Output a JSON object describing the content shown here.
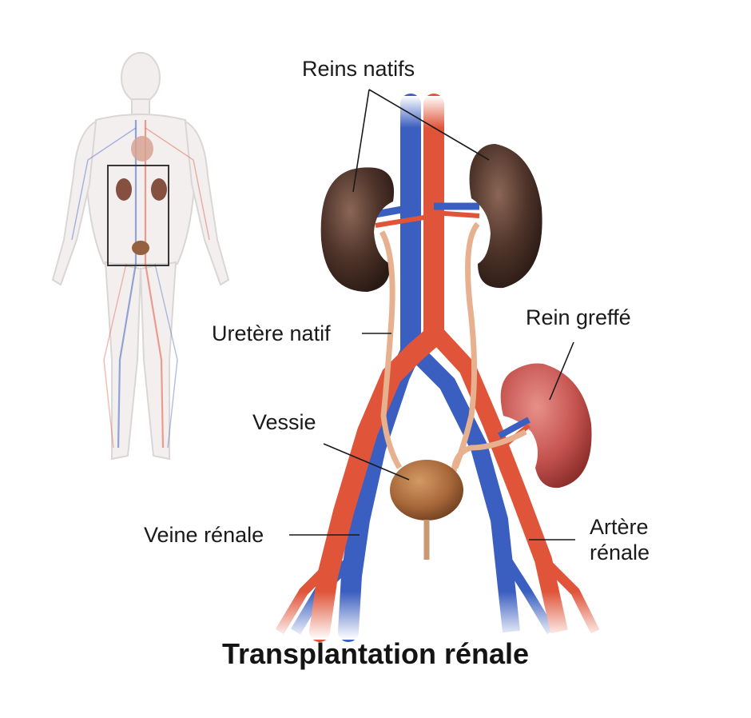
{
  "labels": {
    "native_kidneys": "Reins natifs",
    "native_ureter": "Uretère natif",
    "transplanted_kidney": "Rein greffé",
    "bladder": "Vessie",
    "renal_vein": "Veine rénale",
    "renal_artery_line1": "Artère",
    "renal_artery_line2": "rénale"
  },
  "title": "Transplantation rénale",
  "colors": {
    "vein": "#3b5fc0",
    "artery": "#e0553a",
    "native_kidney": "#4a2f26",
    "transplanted_kidney": "#c65450",
    "ureter": "#e7b08e",
    "bladder": "#a9683a",
    "body_outline": "#d9d4d4"
  },
  "icons": {
    "inset": "human-body-silhouette-icon"
  }
}
